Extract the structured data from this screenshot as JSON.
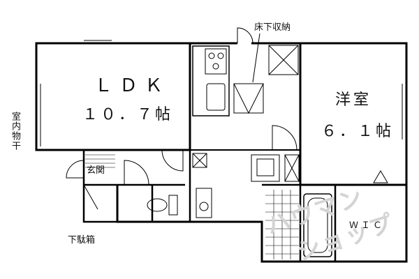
{
  "rooms": {
    "ldk": {
      "name": "ＬＤＫ",
      "size": "１０．７帖"
    },
    "western": {
      "name": "洋室",
      "size": "６．１帖"
    },
    "wic": {
      "name": "ＷＩＣ"
    },
    "entrance": {
      "name": "玄関"
    }
  },
  "labels": {
    "underfloor_storage": "床下収納",
    "indoor_drying": "室内物干",
    "shoe_box": "下駄箱"
  },
  "watermark": {
    "line1": "ハウマン",
    "line2": "ショップ"
  },
  "colors": {
    "wall": "#000000",
    "background": "#ffffff",
    "watermark": "#d4d4d4"
  }
}
